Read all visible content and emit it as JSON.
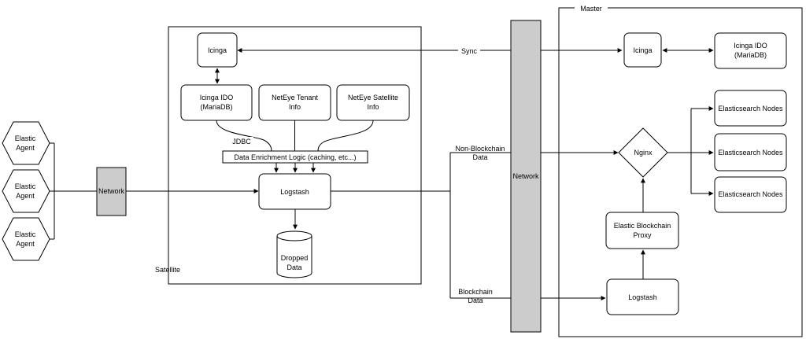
{
  "colors": {
    "network_fill": "#cccccc",
    "stroke": "#000000",
    "background": "#ffffff"
  },
  "agents": [
    "Elastic",
    "Agent"
  ],
  "labels": {
    "network_left": "Network",
    "network_center": "Network",
    "satellite": "Satellite",
    "master": "Master",
    "sync": "Sync",
    "jdbc": "JDBC",
    "non_blockchain": [
      "Non-Blockchain",
      "Data"
    ],
    "blockchain": [
      "Blockchain",
      "Data"
    ]
  },
  "satellite": {
    "icinga": "Icinga",
    "icinga_ido": [
      "Icinga IDO",
      "(MariaDB)"
    ],
    "tenant_info": [
      "NetEye Tenant",
      "Info"
    ],
    "satellite_info": [
      "NetEye Satellite",
      "Info"
    ],
    "enrichment": "Data Enrichment Logic (caching, etc...)",
    "logstash": "Logstash",
    "dropped": [
      "Dropped",
      "Data"
    ]
  },
  "master": {
    "icinga": "Icinga",
    "icinga_ido": [
      "Icinga IDO",
      "(MariaDB)"
    ],
    "nginx": "Nginx",
    "es_nodes": [
      "Elasticsearch Nodes",
      "Elasticsearch Nodes",
      "Elasticsearch Nodes"
    ],
    "proxy": [
      "Elastic Blockchain",
      "Proxy"
    ],
    "logstash": "Logstash"
  }
}
